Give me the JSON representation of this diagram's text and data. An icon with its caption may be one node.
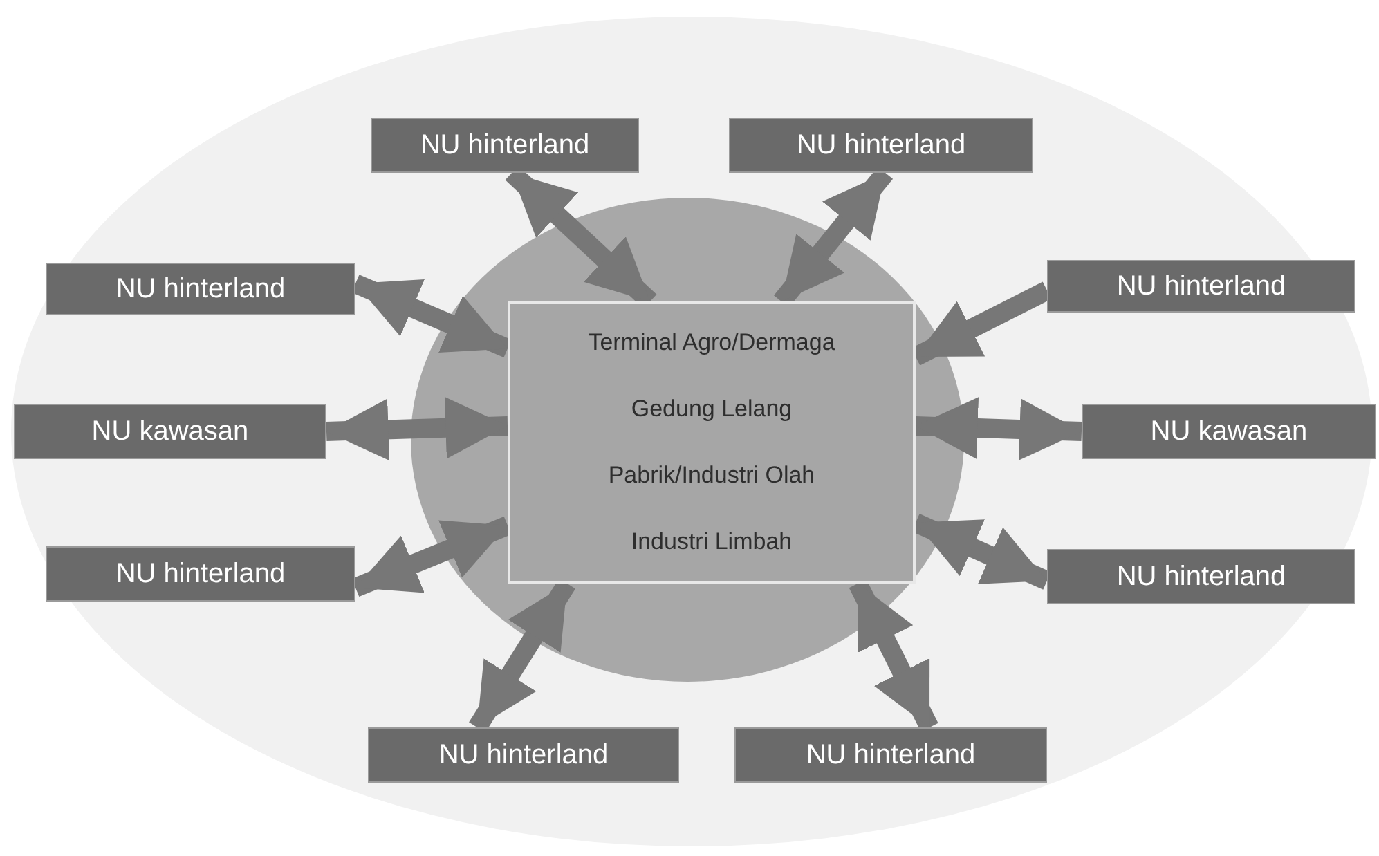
{
  "diagram": {
    "nodes": [
      {
        "text": [
          "Terminal Agro/Dermaga",
          "Gedung Lelang",
          "Pabrik/Industri Olah",
          "Industri Limbah"
        ]
      },
      {
        "text": [
          "NU hinterland"
        ]
      },
      {
        "text": [
          "NU hinterland"
        ]
      },
      {
        "text": [
          "NU hinterland"
        ]
      },
      {
        "text": [
          "NU hinterland"
        ]
      },
      {
        "text": [
          "NU kawasan"
        ]
      },
      {
        "text": [
          "NU kawasan"
        ]
      },
      {
        "text": [
          "NU hinterland"
        ]
      },
      {
        "text": [
          "NU hinterland"
        ]
      },
      {
        "text": [
          "NU hinterland"
        ]
      },
      {
        "text": [
          "NU hinterland"
        ]
      }
    ],
    "edges": [
      {
        "from": 1,
        "to": 0,
        "arrow": "both"
      },
      {
        "from": 2,
        "to": 0,
        "arrow": "both"
      },
      {
        "from": 3,
        "to": 0,
        "arrow": "both"
      },
      {
        "from": 4,
        "to": 0,
        "arrow": "to"
      },
      {
        "from": 5,
        "to": 0,
        "arrow": "both"
      },
      {
        "from": 6,
        "to": 0,
        "arrow": "both"
      },
      {
        "from": 7,
        "to": 0,
        "arrow": "both"
      },
      {
        "from": 8,
        "to": 0,
        "arrow": "both"
      },
      {
        "from": 9,
        "to": 0,
        "arrow": "both"
      },
      {
        "from": 10,
        "to": 0,
        "arrow": "both"
      }
    ]
  }
}
